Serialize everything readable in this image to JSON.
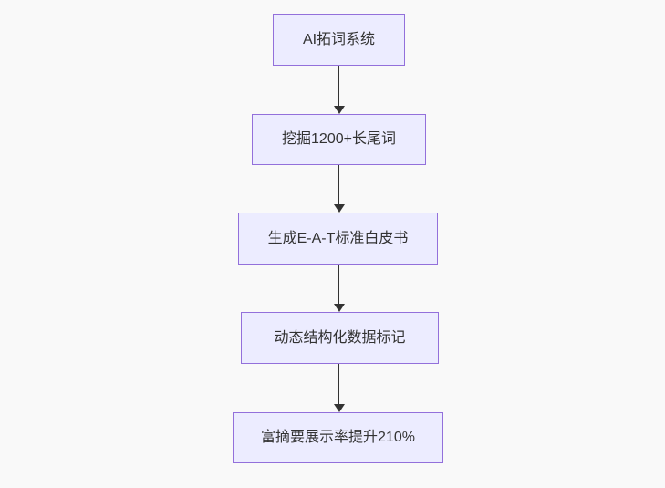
{
  "diagram": {
    "type": "flowchart",
    "direction": "top-down",
    "nodes": [
      {
        "label": "AI拓词系统"
      },
      {
        "label": "挖掘1200+长尾词"
      },
      {
        "label": "生成E-A-T标准白皮书"
      },
      {
        "label": "动态结构化数据标记"
      },
      {
        "label": "富摘要展示率提升210%"
      }
    ],
    "edges": [
      {
        "from": 0,
        "to": 1
      },
      {
        "from": 1,
        "to": 2
      },
      {
        "from": 2,
        "to": 3
      },
      {
        "from": 3,
        "to": 4
      }
    ]
  },
  "colors": {
    "background": "#f9f9f9",
    "node_fill": "#ECECFF",
    "node_border": "#9370DB",
    "arrow": "#333333",
    "text": "#333333"
  }
}
